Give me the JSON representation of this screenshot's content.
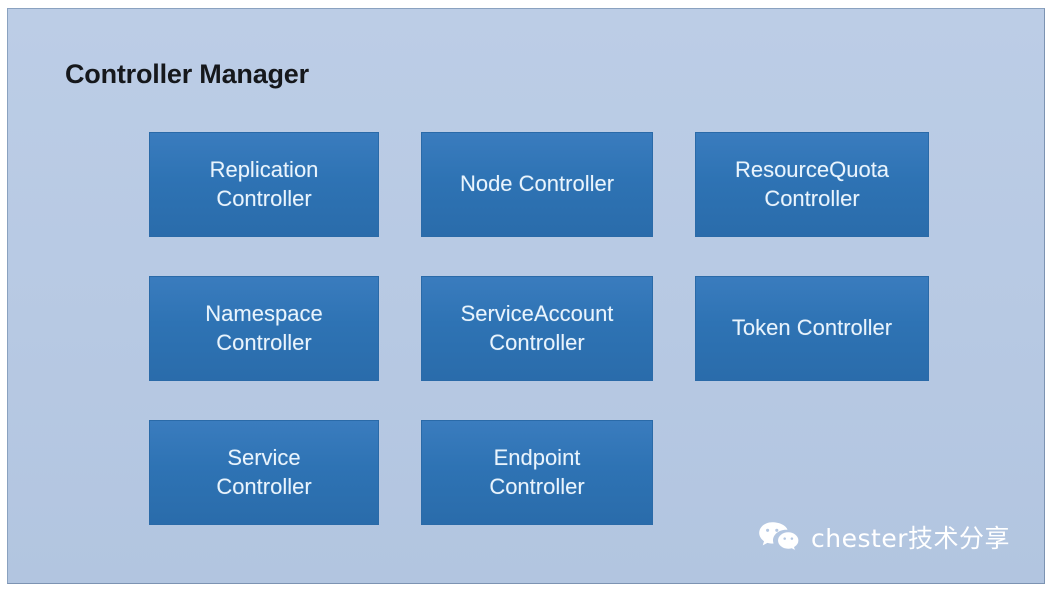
{
  "diagram": {
    "title": "Controller Manager",
    "panel_color": "#b8cce4",
    "box_color": "#2e73b4",
    "box_text_color": "#e9f4fd",
    "title_color": "#16181c",
    "rows": [
      [
        {
          "label": "Replication\nController",
          "line1": "Replication",
          "line2": "Controller"
        },
        {
          "label": "Node Controller",
          "line1": "Node Controller",
          "line2": ""
        },
        {
          "label": "ResourceQuota\nController",
          "line1": "ResourceQuota",
          "line2": "Controller"
        }
      ],
      [
        {
          "label": "Namespace\nController",
          "line1": "Namespace",
          "line2": "Controller"
        },
        {
          "label": "ServiceAccount\nController",
          "line1": "ServiceAccount",
          "line2": "Controller"
        },
        {
          "label": "Token Controller",
          "line1": "Token Controller",
          "line2": ""
        }
      ],
      [
        {
          "label": "Service\nController",
          "line1": "Service",
          "line2": "Controller"
        },
        {
          "label": "Endpoint\nController",
          "line1": "Endpoint",
          "line2": "Controller"
        }
      ]
    ]
  },
  "watermark": {
    "icon": "wechat-icon",
    "text": "chester技术分享",
    "text_color": "#ffffff"
  }
}
